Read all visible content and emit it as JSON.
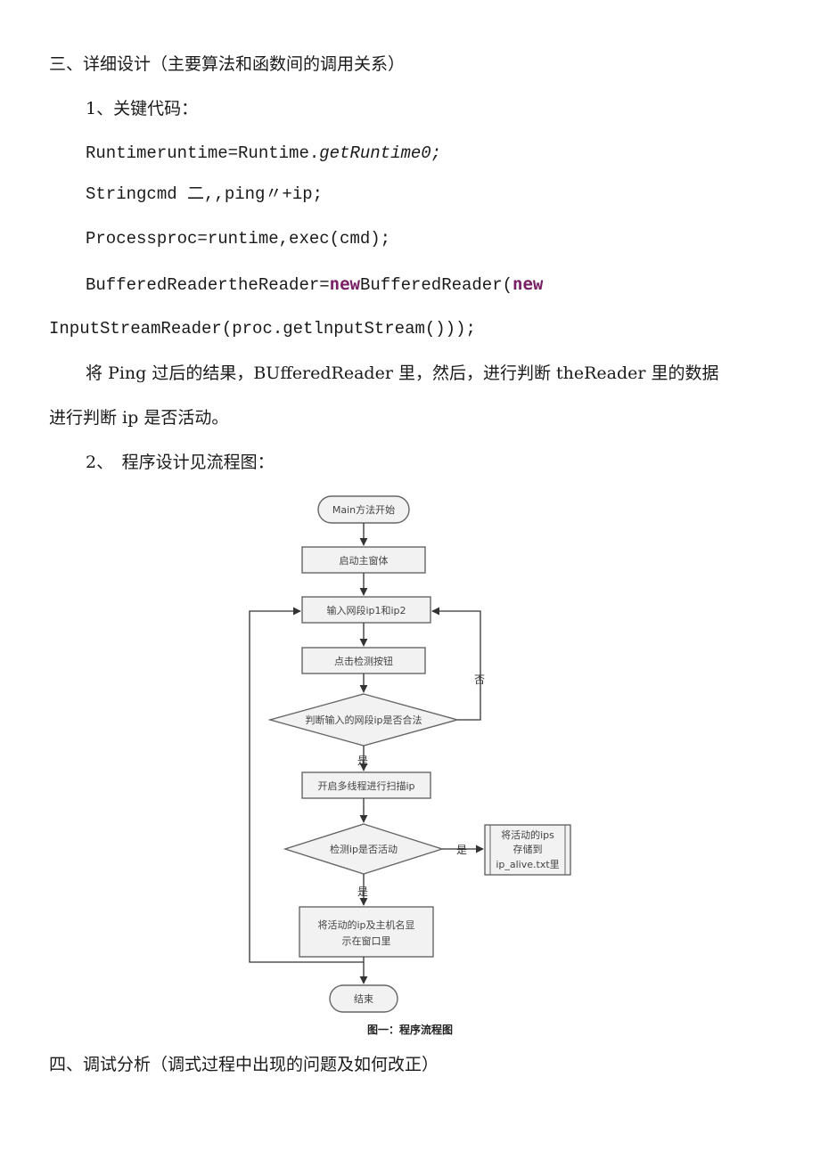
{
  "section3": {
    "heading": "三、详细设计（主要算法和函数间的调用关系）",
    "sub1": "1、关键代码：",
    "code": {
      "l1a": "Runtimeruntime=Runtime.",
      "l1b": "getRuntime0;",
      "l2": "Stringcmd 二,,ping〃+ip;",
      "l3": "Processproc=runtime,exec(cmd);",
      "l4a": "BufferedReadertheReader=",
      "l4kw1": "new",
      "l4b": "BufferedReader(",
      "l4kw2": "new",
      "l5": "InputStreamReader(proc.getlnputStream()));"
    },
    "para1": "将 Ping 过后的结果，BUfferedReader 里，然后，进行判断 theReader 里的数据",
    "para2": "进行判断 ip 是否活动。",
    "sub2": "2、　程序设计见流程图："
  },
  "flowchart": {
    "start": "Main方法开始",
    "step1": "启动主窗体",
    "step2": "输入网段ip1和ip2",
    "step3": "点击检测按钮",
    "decision1": "判断输入的网段ip是否合法",
    "no_label": "否",
    "yes_label1": "是",
    "step4": "开启多线程进行扫描ip",
    "decision2": "检测ip是否活动",
    "yes_label2": "是",
    "yes_label3": "是",
    "store_line1": "将活动的ips",
    "store_line2": "存储到",
    "store_line3": "ip_alive.txt里",
    "step5_line1": "将活动的ip及主机名显",
    "step5_line2": "示在窗口里",
    "end": "结束",
    "caption": "图一：程序流程图"
  },
  "section4": {
    "heading": "四、调试分析（调式过程中出现的问题及如何改正）"
  }
}
